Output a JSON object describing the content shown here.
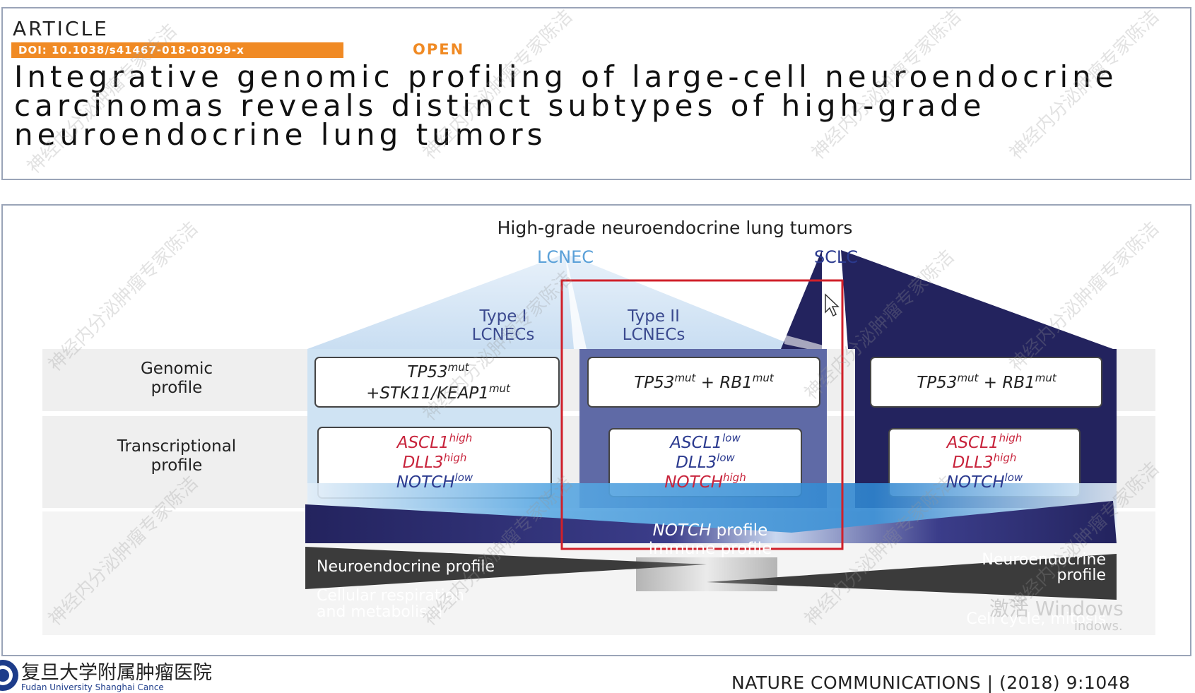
{
  "header": {
    "article_label": "ARTICLE",
    "doi": "DOI: 10.1038/s41467-018-03099-x",
    "open_label": "OPEN",
    "title": "Integrative genomic profiling of large-cell neuroendocrine carcinomas reveals distinct subtypes of high-grade neuroendocrine lung tumors"
  },
  "figure": {
    "title": "High-grade neuroendocrine lung tumors",
    "lcnec_label": "LCNEC",
    "sclc_label": "SCLC",
    "type1_line1": "Type I",
    "type1_line2": "LCNECs",
    "type2_line1": "Type II",
    "type2_line2": "LCNECs",
    "row_genomic_line1": "Genomic",
    "row_genomic_line2": "profile",
    "row_transcriptional_line1": "Transcriptional",
    "row_transcriptional_line2": "profile",
    "type1_genomic_line1": "TP53",
    "type1_genomic_line1_sup": "mut",
    "type1_genomic_line2": "+STK11/KEAP1",
    "type1_genomic_line2_sup": "mut",
    "type2_genomic_a": "TP53",
    "type2_genomic_a_sup": "mut",
    "type2_genomic_plus": " + ",
    "type2_genomic_b": "RB1",
    "type2_genomic_b_sup": "mut",
    "sclc_genomic_a": "TP53",
    "sclc_genomic_a_sup": "mut",
    "sclc_genomic_plus": " + ",
    "sclc_genomic_b": "RB1",
    "sclc_genomic_b_sup": "mut",
    "gene_ascl1": "ASCL1",
    "gene_dll3": "DLL3",
    "gene_notch": "NOTCH",
    "sup_high": "high",
    "sup_low": "low",
    "notch_profile": "NOTCH",
    "notch_profile_rest": " profile",
    "immune_profile": "immune profile",
    "neuroendocrine_left": "Neuroendocrine profile",
    "neuroendocrine_right_line1": "Neuroendocrine",
    "neuroendocrine_right_line2": "profile",
    "cellular_line1": "Cellular respiration",
    "cellular_line2": "and metabolism",
    "cell_cycle": "Cell cycle, mitosis"
  },
  "footer": {
    "logo_cn": "复旦大学附属肿瘤医院",
    "logo_en": "Fudan University Shanghai Cance",
    "citation": "NATURE COMMUNICATIONS | (2018) 9:1048",
    "windows_line1": "激活 Windows",
    "windows_line2": "indows."
  },
  "watermark": "神经内分泌肿瘤专家陈洁",
  "colors": {
    "orange": "#f08a24",
    "light_blue": "#cfe3f3",
    "mid_blue": "#5f6aa6",
    "navy": "#23235e",
    "red_text": "#c8243c",
    "blue_text": "#2b3a8f",
    "highlight_red": "#d0202a",
    "notch_blue": "#3a8fd6"
  }
}
